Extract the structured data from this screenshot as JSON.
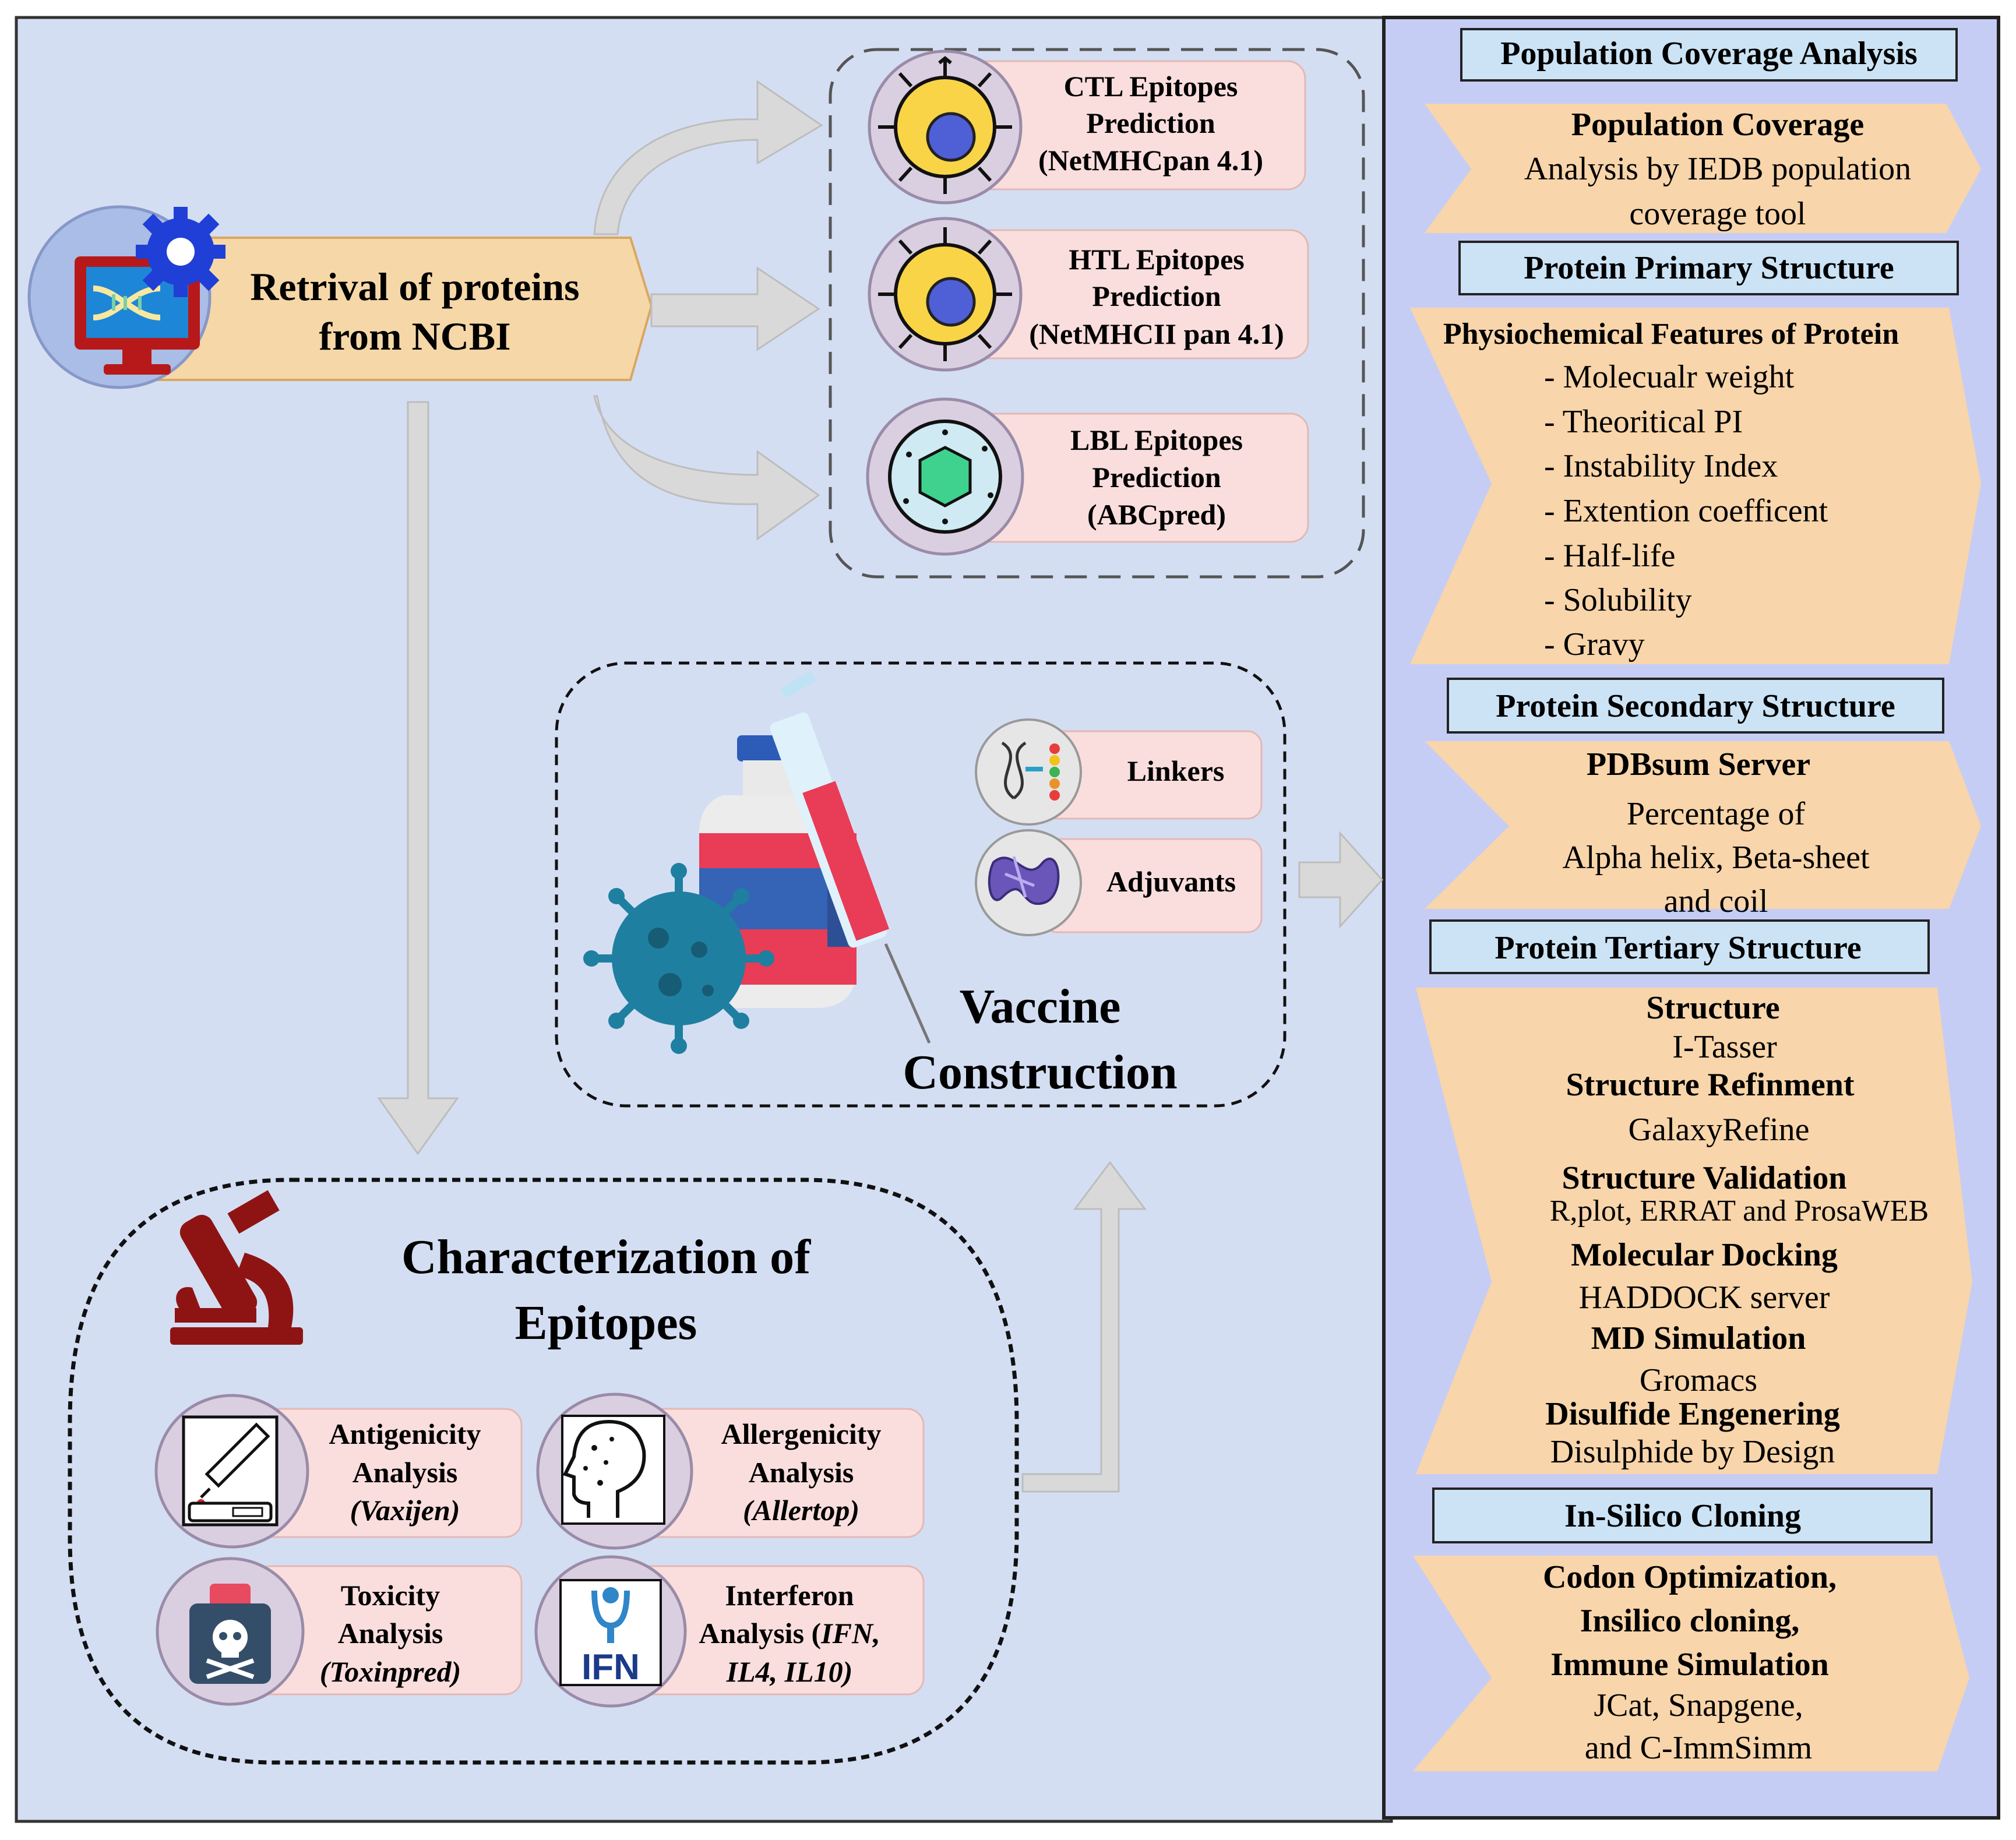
{
  "colors": {
    "left_panel_bg": "#d4def3",
    "right_panel_bg": "#c6cdf4",
    "header_box_bg": "#cbe3f5",
    "chevron_fill": "#f8d5aa",
    "pink_box": "#f9dedd",
    "label_bg": "#f6d7a8",
    "arrow_grey": "#cfcfcf",
    "dark_red": "#8e1414"
  },
  "retrieval": {
    "line1": "Retrival of proteins",
    "line2": "from NCBI",
    "icons": [
      "monitor-dna-icon",
      "gear-icon"
    ]
  },
  "epitopes": [
    {
      "line1": "CTL Epitopes",
      "line2": "Prediction",
      "line3": "(NetMHCpan 4.1)",
      "icon": "ctl-cell-icon"
    },
    {
      "line1": "HTL Epitopes",
      "line2": "Prediction",
      "line3": "(NetMHCII pan 4.1)",
      "icon": "htl-cell-icon"
    },
    {
      "line1": "LBL Epitopes",
      "line2": "Prediction",
      "line3": "(ABCpred)",
      "icon": "lbl-cell-icon"
    }
  ],
  "vaccine": {
    "title_line1": "Vaccine",
    "title_line2": "Construction",
    "linkers": "Linkers",
    "adjuvants": "Adjuvants",
    "icons": [
      "vaccine-bottle-icon",
      "syringe-icon",
      "virus-icon",
      "linker-icon",
      "adjuvant-protein-icon"
    ]
  },
  "characterization": {
    "title_line1": "Characterization of",
    "title_line2": "Epitopes",
    "items": [
      {
        "line1": "Antigenicity",
        "line2": "Analysis",
        "line3": "(Vaxijen)",
        "icon": "pipette-test-icon"
      },
      {
        "line1": "Allergenicity",
        "line2": "Analysis",
        "line3": "(Allertop)",
        "icon": "allergy-face-icon"
      },
      {
        "line1": "Toxicity",
        "line2": "Analysis",
        "line3": "(Toxinpred)",
        "icon": "poison-bottle-icon"
      },
      {
        "line1": "Interferon",
        "line2a": "Analysis (",
        "line2b": "IFN,",
        "line3": "IL4, IL10)",
        "icon": "ifn-icon"
      }
    ],
    "ifn_label": "IFN",
    "microscope_icon": "microscope-icon"
  },
  "right_panel": {
    "population": {
      "header": "Population Coverage Analysis",
      "bold": "Population Coverage",
      "lines": [
        "Analysis by IEDB population",
        "coverage tool"
      ]
    },
    "primary": {
      "header": "Protein Primary Structure",
      "bold": "Physiochemical Features of Protein",
      "items": [
        "- Molecualr weight",
        "- Theoritical PI",
        "- Instability Index",
        "- Extention coefficent",
        "- Half-life",
        "- Solubility",
        "- Gravy"
      ]
    },
    "secondary": {
      "header": "Protein Secondary Structure",
      "bold": "PDBsum Server",
      "lines": [
        "Percentage of",
        "Alpha helix, Beta-sheet",
        "and coil"
      ]
    },
    "tertiary": {
      "header": "Protein Tertiary Structure",
      "entries": [
        {
          "bold": "Structure",
          "text": "I-Tasser"
        },
        {
          "bold": "Structure Refinment",
          "text": "GalaxyRefine"
        },
        {
          "bold": "Structure Validation",
          "text": "R,plot, ERRAT and ProsaWEB"
        },
        {
          "bold": "Molecular Docking",
          "text": "HADDOCK server"
        },
        {
          "bold": "MD Simulation",
          "text": "Gromacs"
        },
        {
          "bold": "Disulfide Engenering",
          "text": "Disulphide by Design"
        }
      ]
    },
    "cloning": {
      "header": "In-Silico Cloning",
      "bold_lines": [
        "Codon Optimization,",
        "Insilico cloning,",
        "Immune Simulation"
      ],
      "lines": [
        "JCat, Snapgene,",
        "and C-ImmSimm"
      ]
    }
  }
}
